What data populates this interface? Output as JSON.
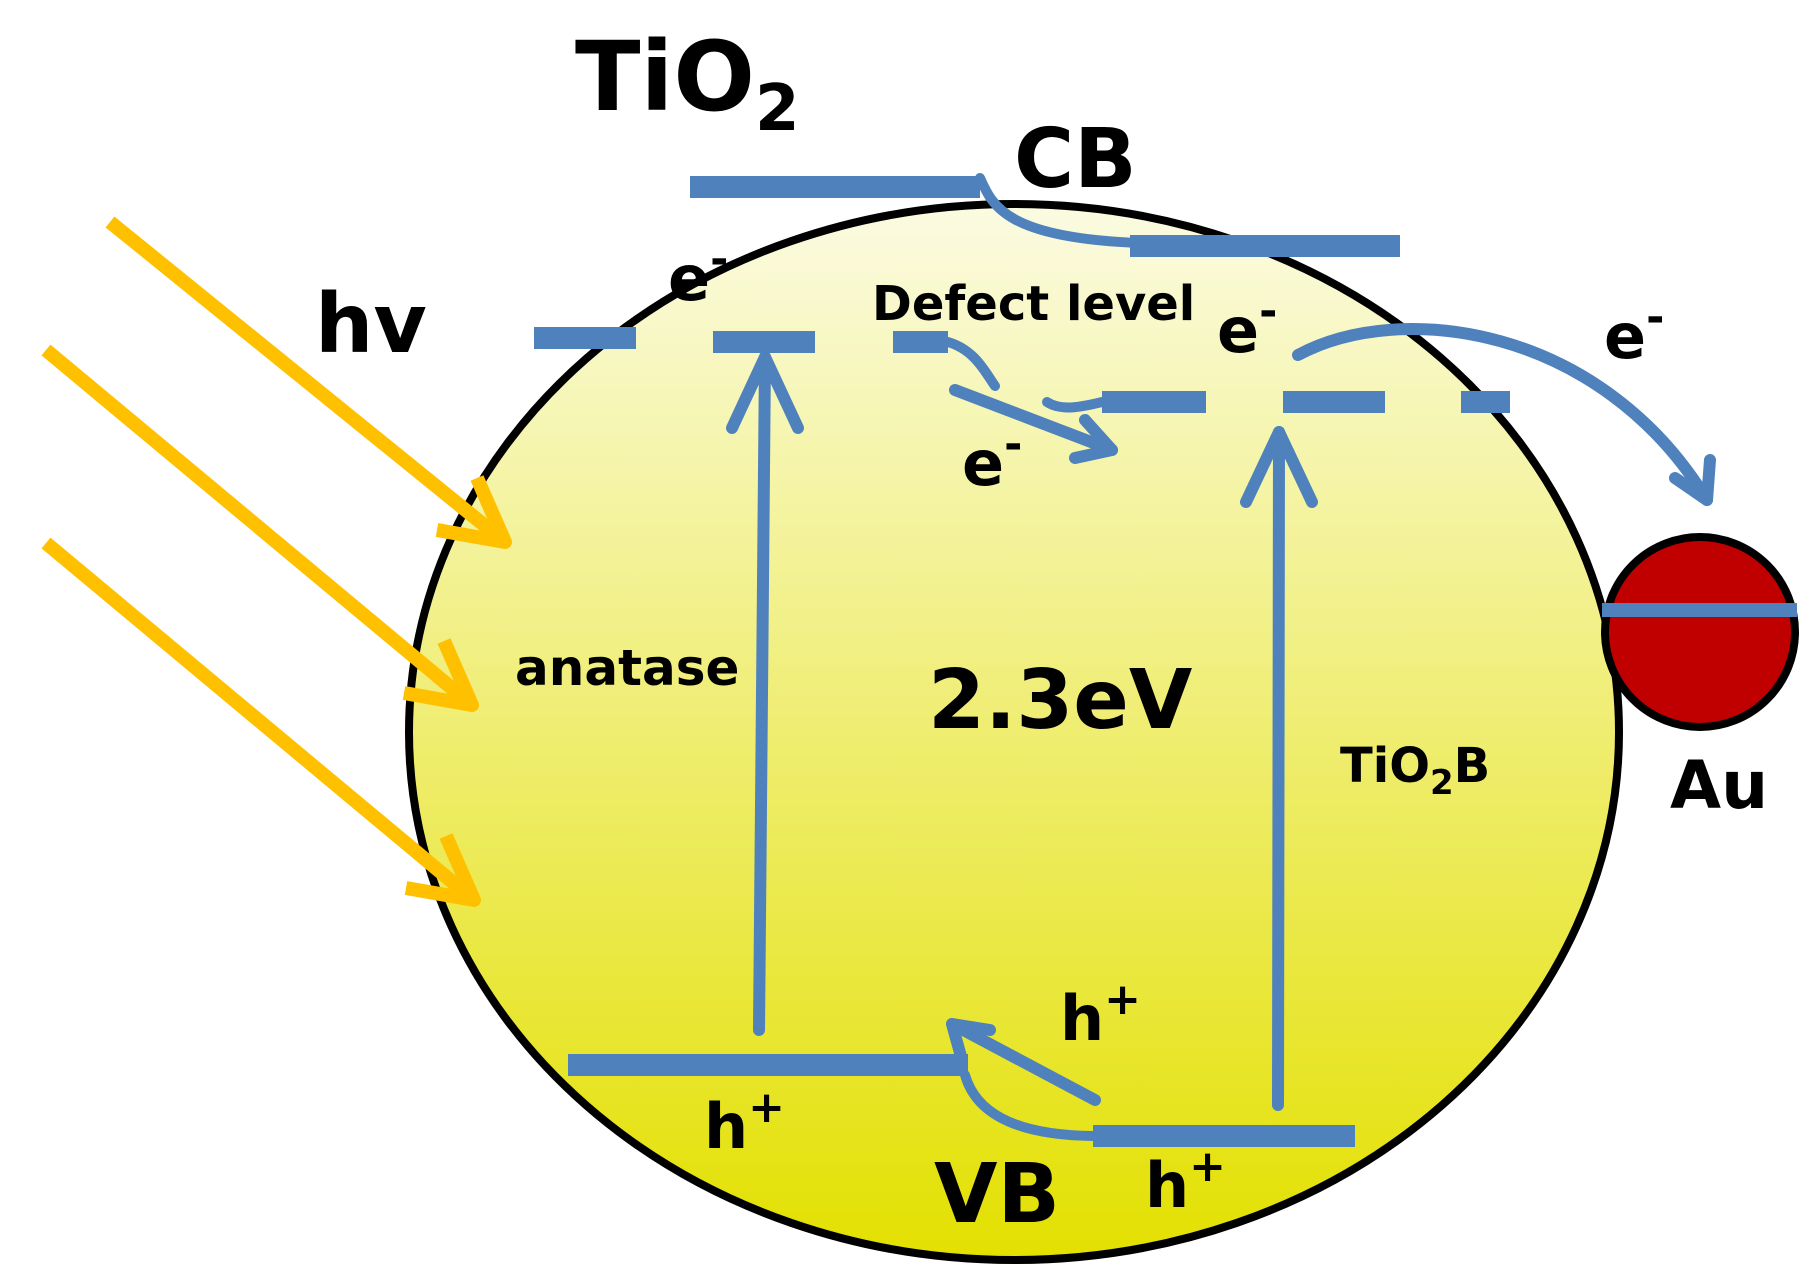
{
  "labels": {
    "tio2": "TiO",
    "tio2_sub": "2",
    "cb": "CB",
    "vb": "VB",
    "hv": "hv",
    "defect_level": "Defect level",
    "anatase": "anatase",
    "gap": "2.3eV",
    "tio2b_a": "TiO",
    "tio2b_sub": "2",
    "tio2b_b": "B",
    "au": "Au",
    "e_base": "e",
    "minus": "-",
    "h_base": "h",
    "plus": "+"
  },
  "colors": {
    "particle_top": "#fbfbe2",
    "particle_bottom": "#e3e000",
    "band": "#4f81bd",
    "light_arrow": "#ffc000",
    "au_fill": "#c00000",
    "outline": "#000000"
  }
}
